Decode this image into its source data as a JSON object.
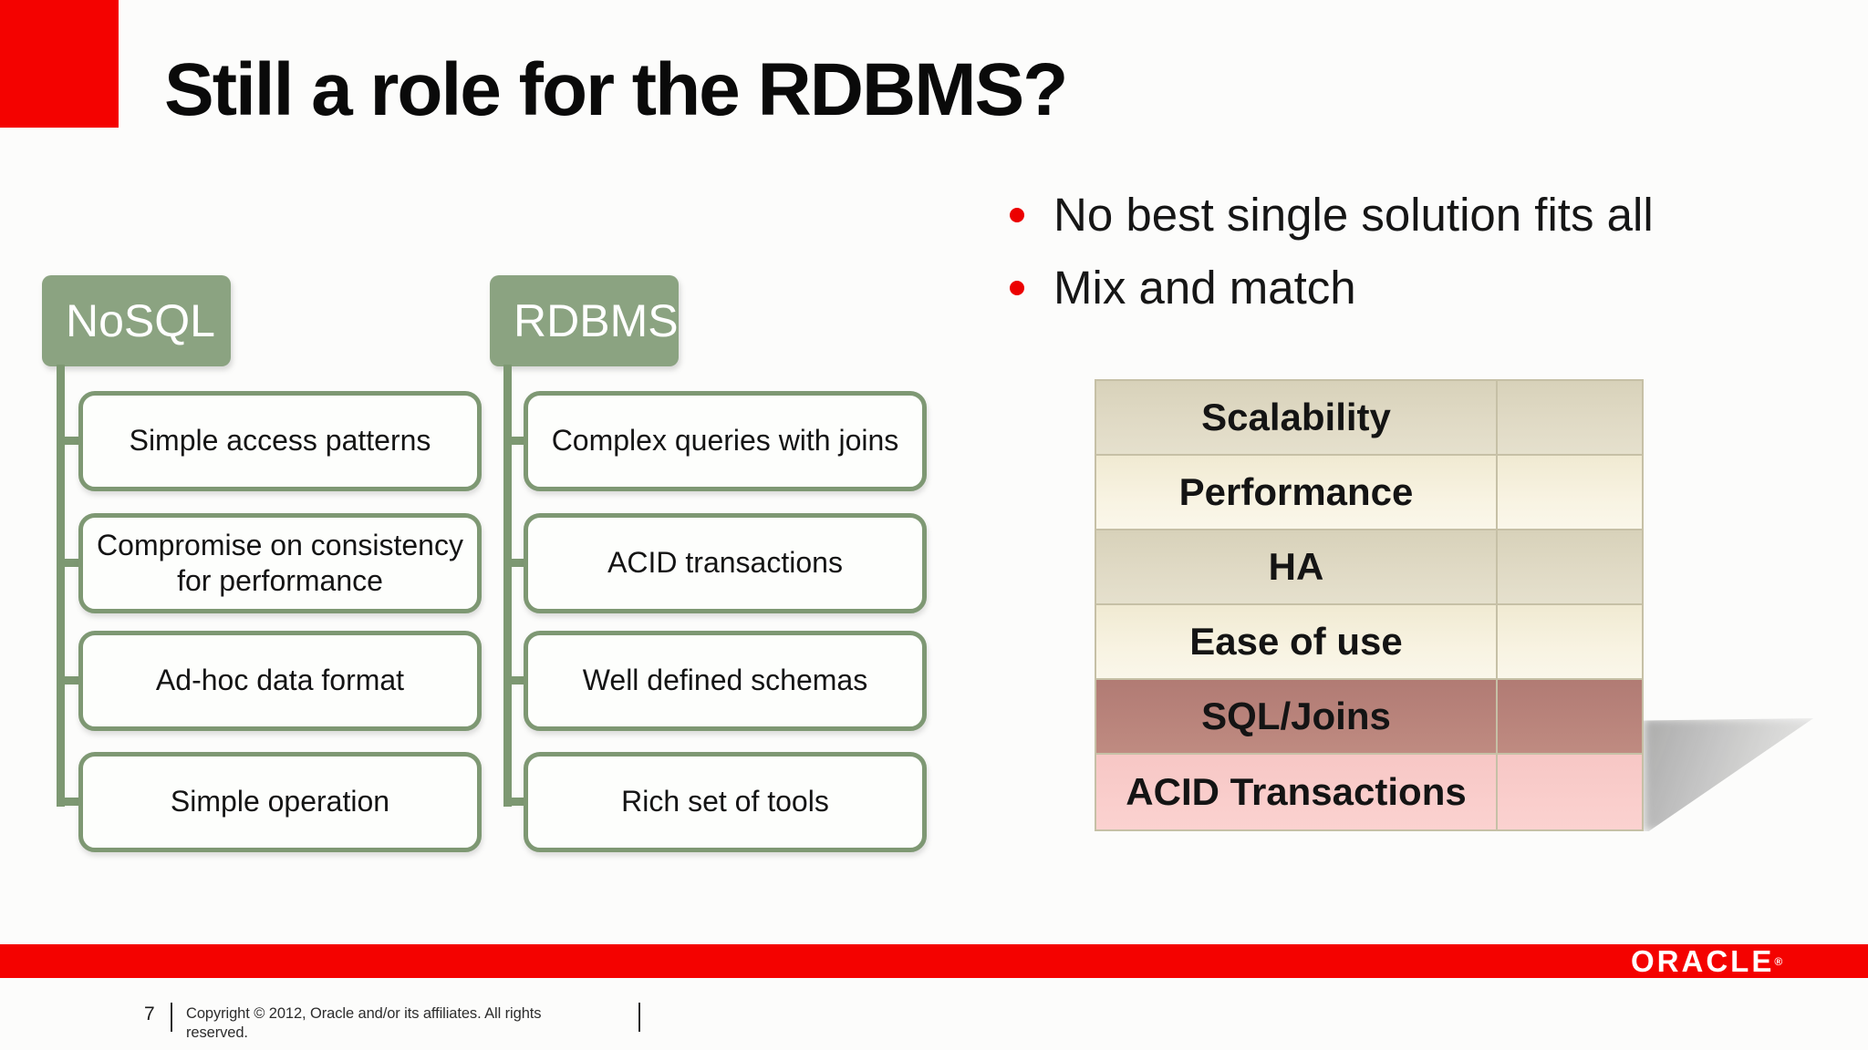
{
  "slide": {
    "title": "Still a role for the RDBMS?",
    "page_number": "7",
    "copyright_line1": "Copyright © 2012, Oracle and/or its affiliates. All rights",
    "copyright_line2": "reserved.",
    "logo": "ORACLE",
    "logo_registered": "®"
  },
  "bullets": [
    {
      "label": "No best single solution fits all"
    },
    {
      "label": "Mix and match"
    }
  ],
  "diagram": {
    "columns": [
      {
        "header": "NoSQL",
        "items": [
          "Simple access patterns",
          "Compromise on consistency for performance",
          "Ad-hoc data format",
          "Simple operation"
        ]
      },
      {
        "header": "RDBMS",
        "items": [
          "Complex queries with joins",
          "ACID transactions",
          "Well defined schemas",
          "Rich set of tools"
        ]
      }
    ]
  },
  "table": {
    "rows": [
      {
        "label": "Scalability",
        "value": ""
      },
      {
        "label": "Performance",
        "value": ""
      },
      {
        "label": "HA",
        "value": ""
      },
      {
        "label": "Ease of use",
        "value": ""
      },
      {
        "label": "SQL/Joins",
        "value": ""
      },
      {
        "label": "ACID Transactions",
        "value": ""
      }
    ]
  },
  "colors": {
    "oracle_red": "#f40200",
    "sage_green_fill": "#8ba381",
    "sage_green_border": "#7e9873",
    "table_tan": "#ddd7c1",
    "table_cream": "#f6f1de",
    "table_rose": "#b9847c",
    "table_pink": "#f9cdca",
    "bullet_red": "#ec0000"
  }
}
